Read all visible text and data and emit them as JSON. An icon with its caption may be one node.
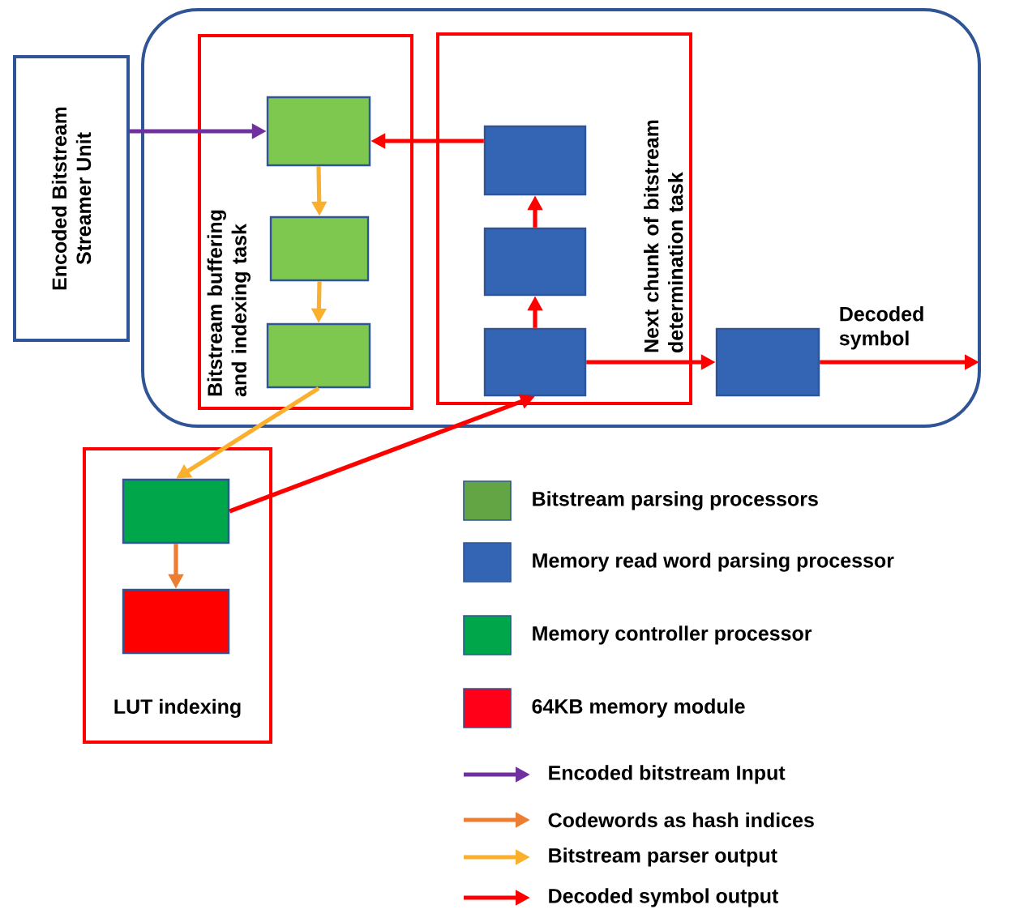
{
  "diagram": {
    "nodes": [
      {
        "text": [
          "Encoded Bitstream Streamer Unit"
        ]
      },
      {
        "text": [],
        "shape": "box"
      },
      {
        "text": [
          "Bitstream buffering and indexing task"
        ],
        "in": 1
      },
      {
        "text": [
          "Next chunk of bitstream determination task"
        ],
        "in": 1
      },
      {
        "text": [],
        "shape": "box",
        "in": 2
      },
      {
        "text": [],
        "shape": "box",
        "in": 2
      },
      {
        "text": [],
        "shape": "box",
        "in": 2
      },
      {
        "text": [],
        "shape": "box",
        "in": 3
      },
      {
        "text": [],
        "shape": "box",
        "in": 3
      },
      {
        "text": [],
        "shape": "box",
        "in": 3
      },
      {
        "text": [],
        "shape": "box",
        "in": 1
      },
      {
        "text": [
          "LUT indexing"
        ]
      },
      {
        "text": [],
        "shape": "box",
        "in": 11
      },
      {
        "text": [],
        "shape": "box",
        "in": 11
      }
    ],
    "edges": [
      {
        "from": 0,
        "to": 4,
        "arrow": "to",
        "color": "#7030a0"
      },
      {
        "from": 7,
        "to": 4,
        "arrow": "to"
      },
      {
        "from": 4,
        "to": 5,
        "arrow": "to",
        "color": "#fbb02d"
      },
      {
        "from": 5,
        "to": 6,
        "arrow": "to",
        "color": "#fbb02d"
      },
      {
        "from": 9,
        "to": 8,
        "arrow": "to"
      },
      {
        "from": 8,
        "to": 7,
        "arrow": "to"
      },
      {
        "from": 9,
        "to": 10,
        "arrow": "to"
      },
      {
        "from": 10,
        "to": null,
        "arrow": "to",
        "label": "Decoded symbol"
      },
      {
        "from": 6,
        "to": 12,
        "arrow": "to",
        "color": "#fbb02d"
      },
      {
        "from": 12,
        "to": 9,
        "arrow": "to"
      },
      {
        "from": 12,
        "to": 13,
        "arrow": "to",
        "color": "#ed7d31"
      }
    ],
    "legend": [
      {
        "text": "Bitstream parsing processors",
        "color": "#63a545"
      },
      {
        "text": "Memory read word parsing processor",
        "color": "#3464b4"
      },
      {
        "text": "Memory controller processor",
        "color": "#00a64a"
      },
      {
        "text": "64KB memory module",
        "color": "#ff0018"
      },
      {
        "text": "Encoded bitstream Input"
      },
      {
        "text": "Codewords as hash indices"
      },
      {
        "text": "Bitstream parser output"
      },
      {
        "text": "Decoded symbol output"
      }
    ]
  }
}
